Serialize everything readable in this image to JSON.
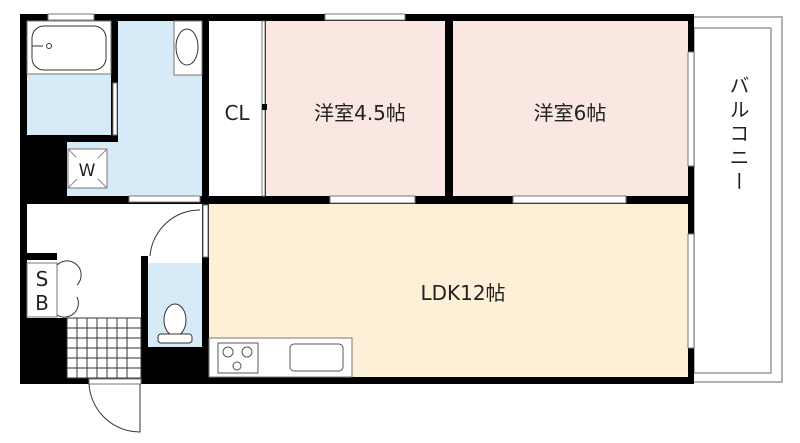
{
  "rooms": {
    "closet": "CL",
    "western_room_small": "洋室4.5帖",
    "western_room_large": "洋室6帖",
    "ldk": "LDK12帖",
    "balcony": "バルコニー",
    "washer": "W",
    "shoe_box_s": "S",
    "shoe_box_b": "B"
  },
  "colors": {
    "wet_area": "#d6eaf8",
    "bedroom": "#fbe7e1",
    "ldk": "#fdf0d6",
    "wall": "#000000"
  }
}
